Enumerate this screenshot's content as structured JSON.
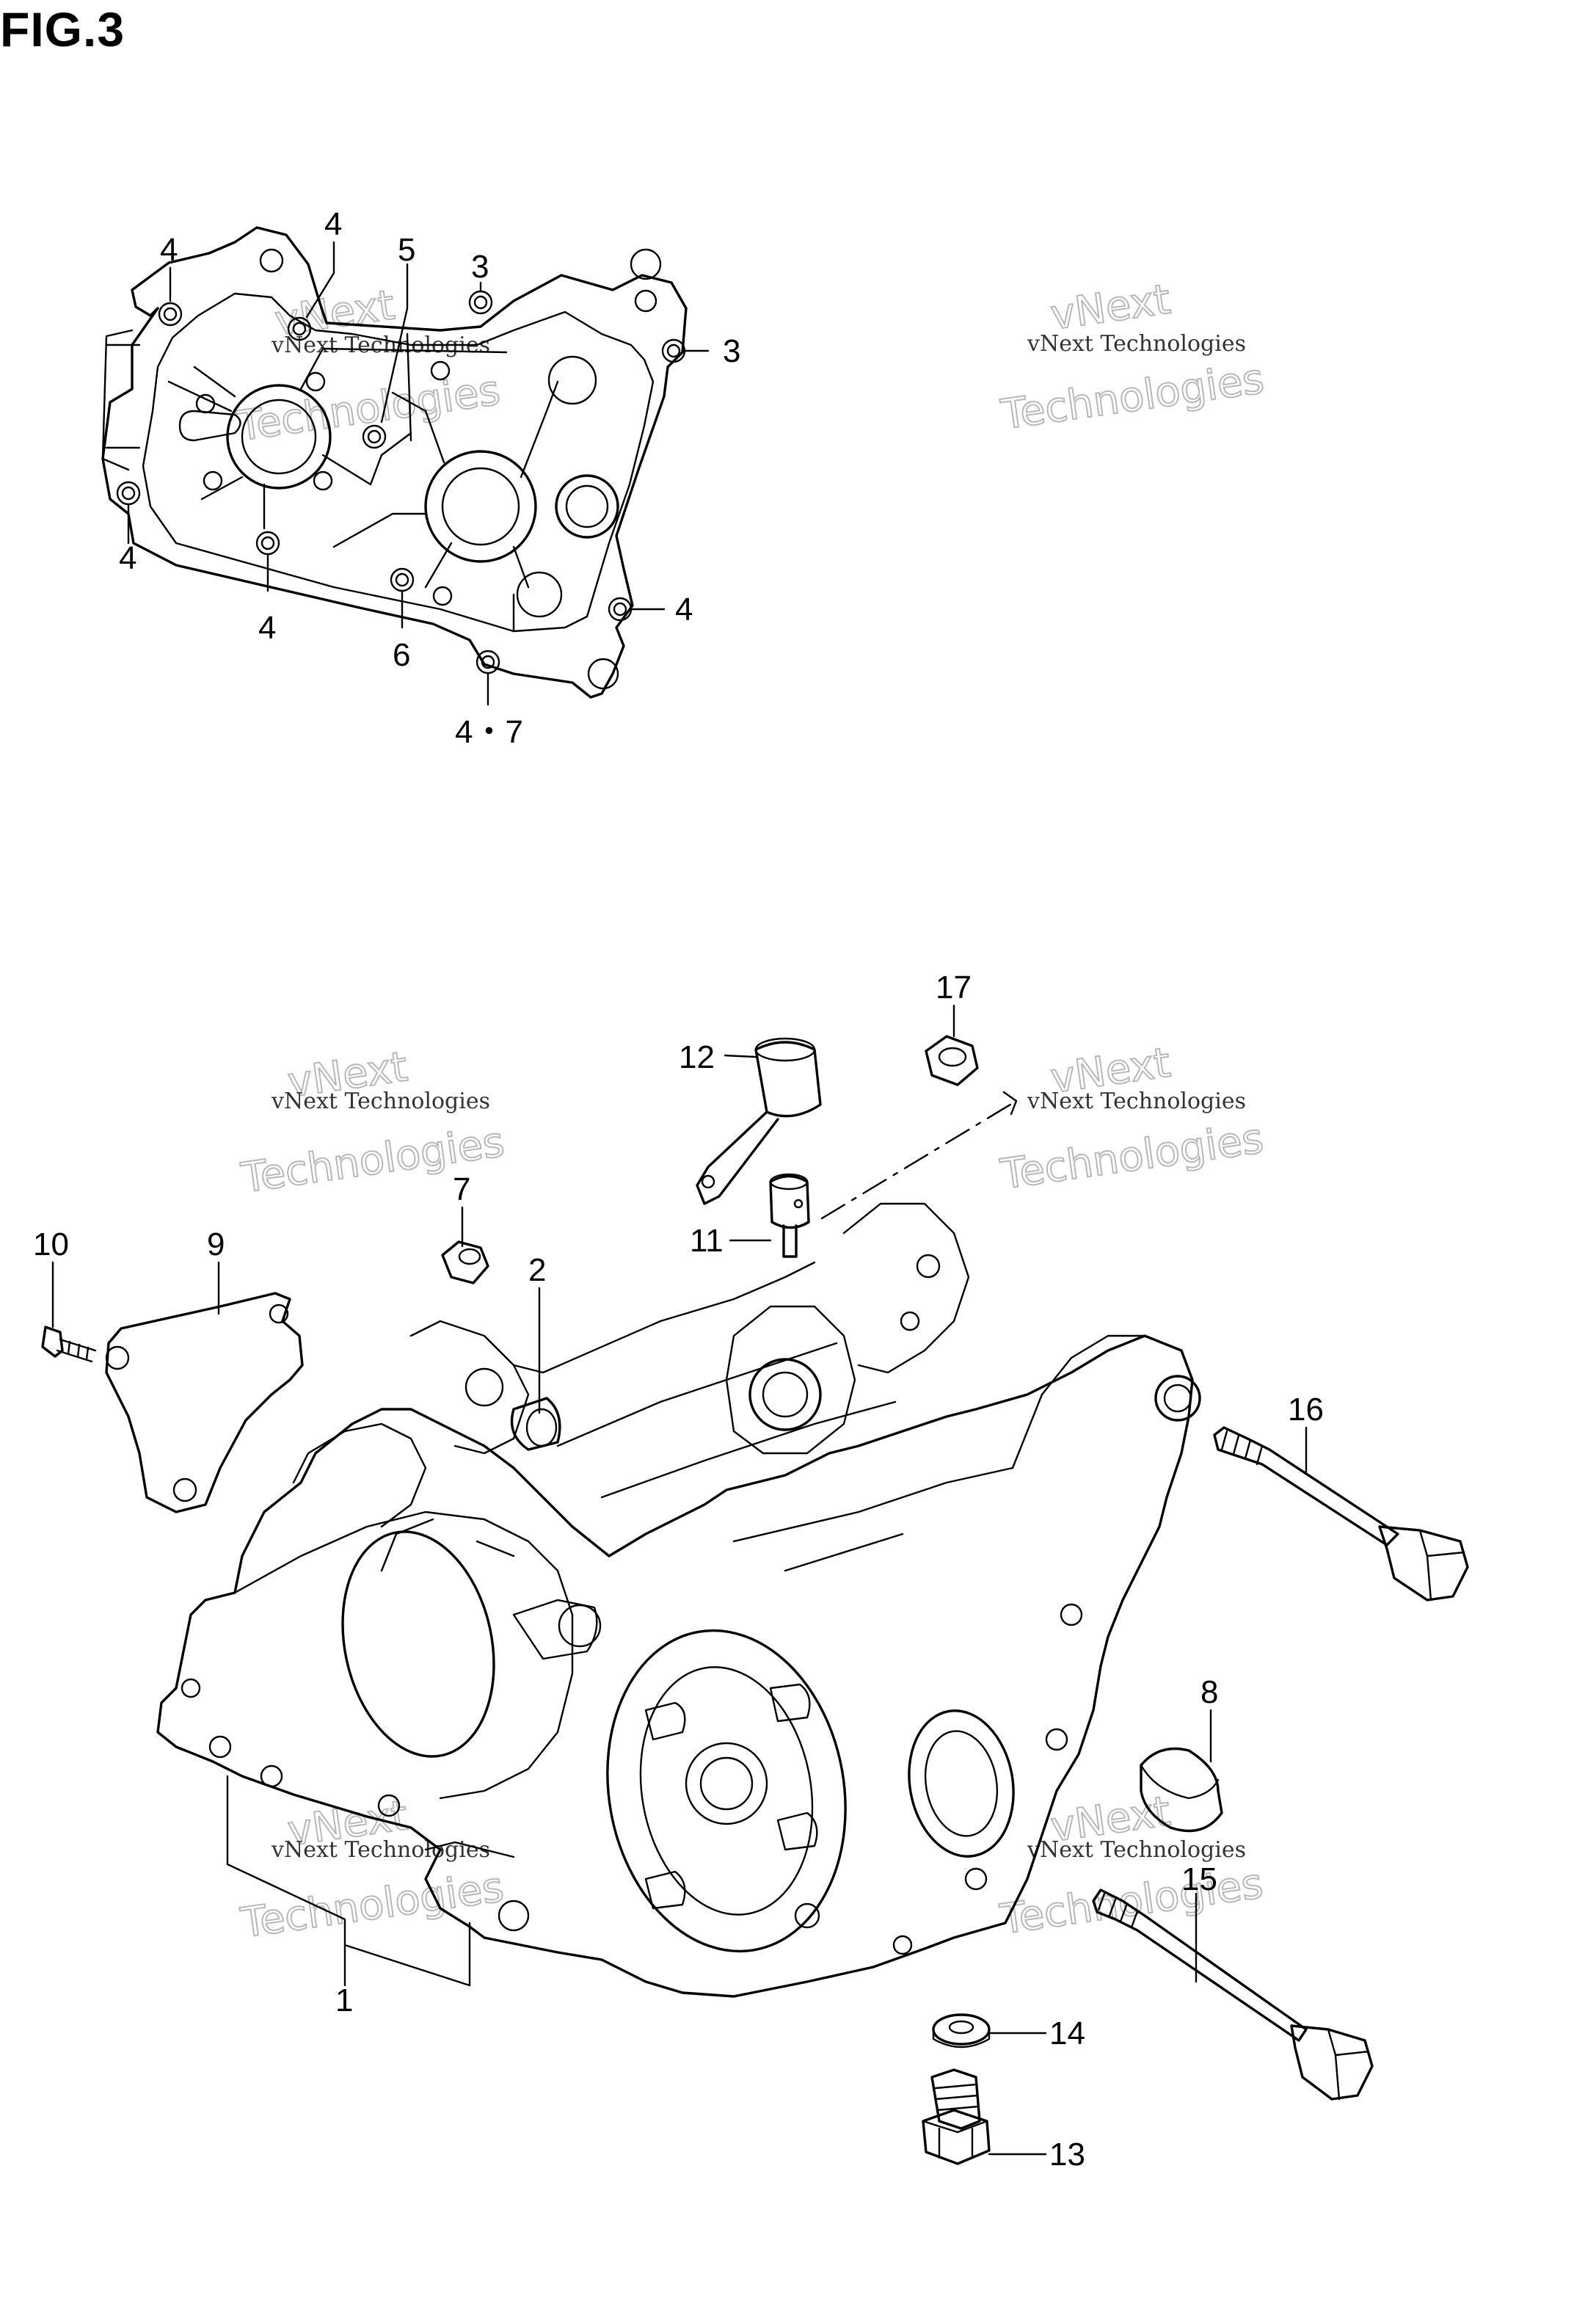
{
  "figure": {
    "title": "FIG.3"
  },
  "watermark": {
    "line1": "vNext Technologies",
    "line2": "vNext",
    "line3": "Technologies"
  },
  "callouts": {
    "gasket": [
      {
        "id": "g4a",
        "text": "4"
      },
      {
        "id": "g4b",
        "text": "4"
      },
      {
        "id": "g5",
        "text": "5"
      },
      {
        "id": "g3a",
        "text": "3"
      },
      {
        "id": "g3b",
        "text": "3"
      },
      {
        "id": "g4c",
        "text": "4"
      },
      {
        "id": "g4d",
        "text": "4"
      },
      {
        "id": "g4e",
        "text": "4"
      },
      {
        "id": "g6",
        "text": "6"
      },
      {
        "id": "g47",
        "text": "4・7"
      }
    ],
    "crankcase": [
      {
        "id": "c17",
        "text": "17"
      },
      {
        "id": "c12",
        "text": "12"
      },
      {
        "id": "c11",
        "text": "11"
      },
      {
        "id": "c7",
        "text": "7"
      },
      {
        "id": "c10",
        "text": "10"
      },
      {
        "id": "c9",
        "text": "9"
      },
      {
        "id": "c2",
        "text": "2"
      },
      {
        "id": "c16",
        "text": "16"
      },
      {
        "id": "c8",
        "text": "8"
      },
      {
        "id": "c1",
        "text": "1"
      },
      {
        "id": "c15",
        "text": "15"
      },
      {
        "id": "c14",
        "text": "14"
      },
      {
        "id": "c13",
        "text": "13"
      }
    ]
  }
}
